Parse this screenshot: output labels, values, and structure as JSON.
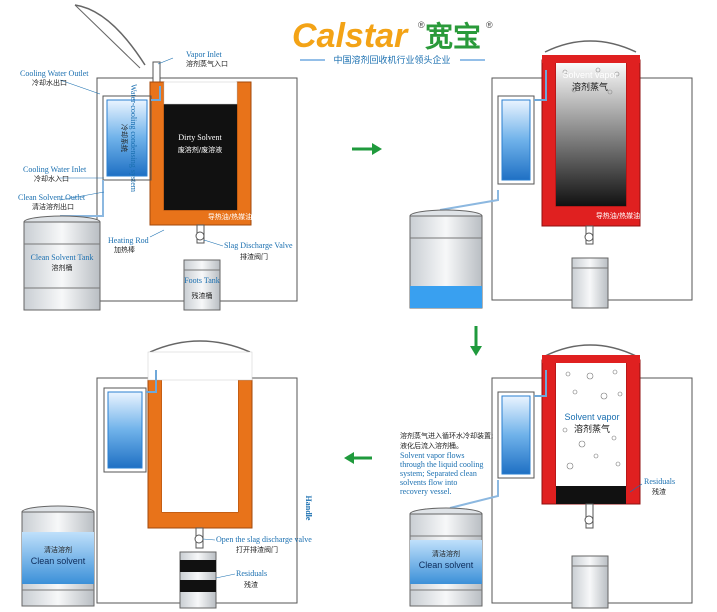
{
  "brand": {
    "name_en": "Calstar",
    "name_cn": "宽宝",
    "reg": "®",
    "tagline": "中国溶剂回收机行业领头企业"
  },
  "colors": {
    "orange": "#e8731a",
    "red": "#e02020",
    "blue": "#2a7fd0",
    "green": "#1f9a3c",
    "label_blue": "#1a6fb0"
  },
  "panel1": {
    "vapor_inlet_en": "Vapor Inlet",
    "vapor_inlet_cn": "溶剂蒸气入口",
    "cooling_outlet_en": "Cooling Water Outlet",
    "cooling_outlet_cn": "冷却水出口",
    "condenser_en": "Water-cooling condensing system",
    "condenser_cn": "冷却系统",
    "cooling_inlet_en": "Cooling Water Inlet",
    "cooling_inlet_cn": "冷却水入口",
    "clean_outlet_en": "Clean Solvent Outlet",
    "clean_outlet_cn": "清洁溶剂出口",
    "dirty_en": "Dirty Solvent",
    "dirty_cn": "废溶剂/废溶液",
    "oil_cn": "导热油/热媒油",
    "heating_rod_en": "Heating Rod",
    "heating_rod_cn": "加热棒",
    "slag_valve_en": "Slag Discharge Valve",
    "slag_valve_cn": "排渣阀门",
    "tank_en": "Clean Solvent Tank",
    "tank_cn": "溶剂桶",
    "foots_en": "Foots Tank",
    "foots_cn": "残渣桶"
  },
  "panel2": {
    "vapor_en": "Solvent vapor",
    "vapor_cn": "溶剂蒸气",
    "oil_cn": "导热油/热媒油"
  },
  "panel3": {
    "note_cn_1": "溶剂蒸气进入循环水冷却装置;",
    "note_cn_2": "液化后流入溶剂桶。",
    "note_en": [
      "Solvent vapor flows",
      "through the liquid cooling",
      "system;  Separated clean",
      "solvents flow into",
      "recovery  vessel."
    ],
    "vapor_en": "Solvent vapor",
    "vapor_cn": "溶剂蒸气",
    "residuals_en": "Residuals",
    "residuals_cn": "残渣",
    "tank_cn": "清洁溶剂",
    "tank_en": "Clean solvent"
  },
  "panel4": {
    "handle_en": "Handle",
    "open_valve_en": "Open the slag discharge valve",
    "open_valve_cn": "打开排渣阀门",
    "residuals_en": "Residuals",
    "residuals_cn": "残渣",
    "tank_cn": "清洁溶剂",
    "tank_en": "Clean solvent"
  },
  "arrows": [
    "right-arrow",
    "down-arrow",
    "left-arrow"
  ]
}
